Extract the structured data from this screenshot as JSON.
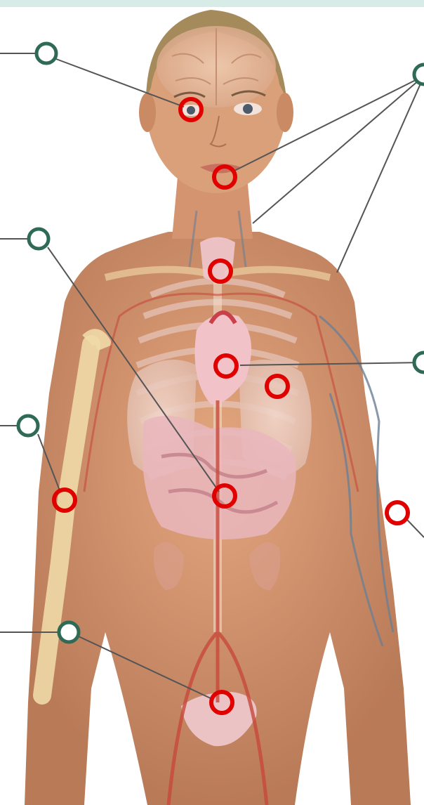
{
  "figure": {
    "subject": "female-anatomy-illustration",
    "colors": {
      "background": "#ffffff",
      "top_strip": "#d7ece6",
      "skin": "#d99a72",
      "skin_shadow": "#b97a58",
      "hair": "#a58a5c",
      "bone": "#efd9a6",
      "organ_pink": "#e9b6bd",
      "organ_red": "#c9404a",
      "vessel_red": "#c7483a",
      "vein_blue": "#6d7f93",
      "callout_line": "#555555",
      "callout_ring": "#2e6a55",
      "marker_ring": "#e00000"
    }
  },
  "markers": [
    {
      "name": "marker-eye"
    },
    {
      "name": "marker-mouth"
    },
    {
      "name": "marker-thyroid"
    },
    {
      "name": "marker-heart"
    },
    {
      "name": "marker-left-lung"
    },
    {
      "name": "marker-stomach"
    },
    {
      "name": "marker-right-arm"
    },
    {
      "name": "marker-left-arm"
    },
    {
      "name": "marker-bladder"
    }
  ],
  "callouts": [
    {
      "name": "callout-eye"
    },
    {
      "name": "callout-head-group"
    },
    {
      "name": "callout-stomach"
    },
    {
      "name": "callout-heart"
    },
    {
      "name": "callout-right-arm"
    },
    {
      "name": "callout-bladder"
    },
    {
      "name": "callout-left-arm"
    }
  ]
}
